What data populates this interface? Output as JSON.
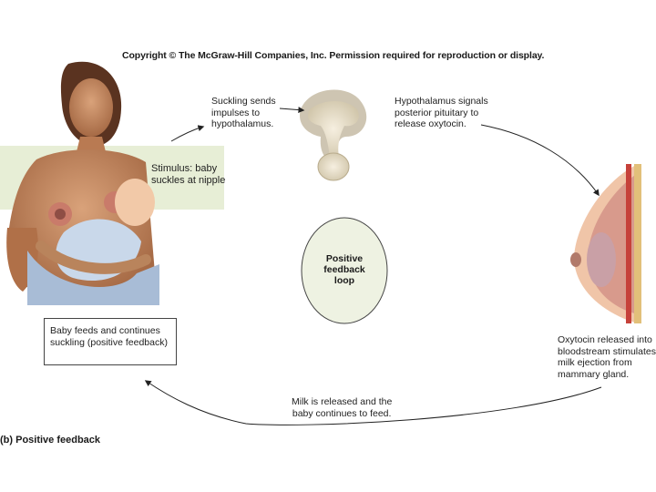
{
  "header": {
    "copyright": "Copyright © The McGraw-Hill Companies, Inc. Permission required for reproduction or display."
  },
  "steps": {
    "stimulus": "Stimulus: baby\nsuckles at nipple",
    "suckling_impulses": "Suckling sends\nimpulses to\nhypothalamus.",
    "hypothalamus": "Hypothalamus signals\nposterior pituitary to\nrelease oxytocin.",
    "oxytocin": "Oxytocin released into\nbloodstream stimulates\nmilk ejection from\nmammary gland.",
    "milk_release": "Milk is released and the\nbaby continues to feed.",
    "baby_feeds": "Baby feeds and continues\nsuckling (positive feedback)"
  },
  "center": {
    "label": "Positive\nfeedback\nloop"
  },
  "caption": "(b) Positive feedback",
  "colors": {
    "stimulus_bg": "#e7eed6",
    "loop_fill": "#eef2e2",
    "arrow": "#222222"
  }
}
